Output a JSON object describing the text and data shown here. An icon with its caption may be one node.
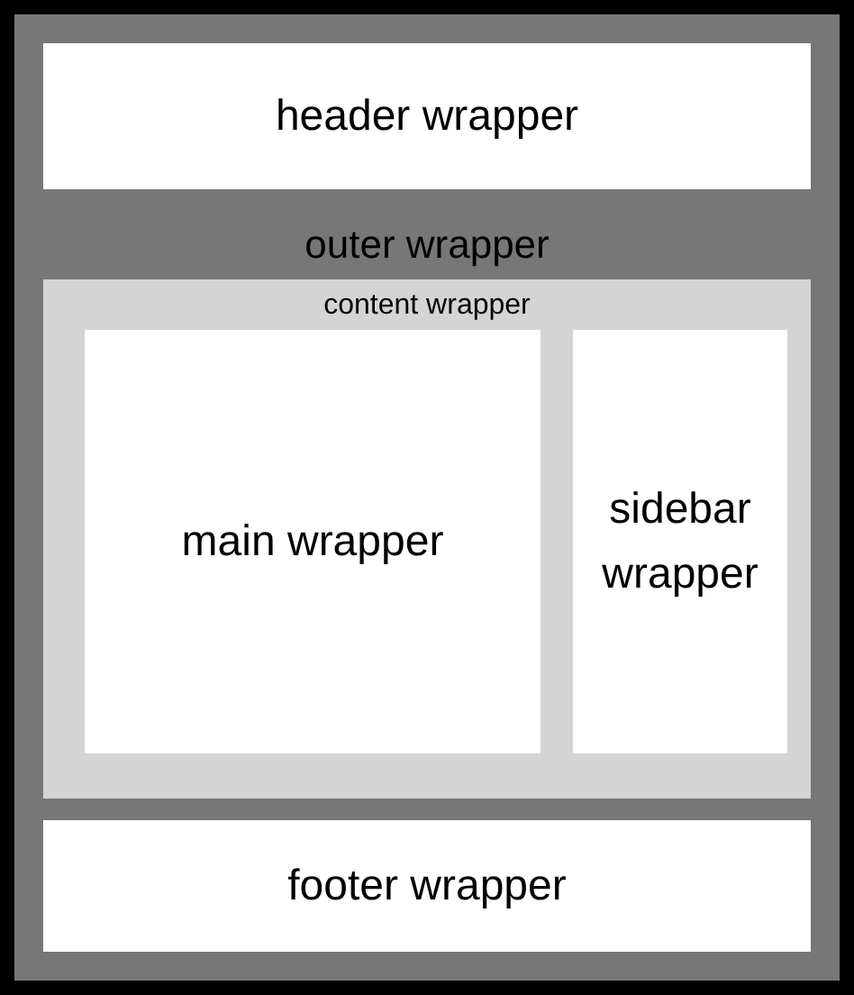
{
  "diagram": {
    "nodes": [
      {
        "text": [
          "outer wrapper"
        ]
      },
      {
        "text": [
          "header wrapper"
        ],
        "in": 0
      },
      {
        "text": [
          "content wrapper"
        ],
        "in": 0
      },
      {
        "text": [
          "main wrapper"
        ],
        "in": 2
      },
      {
        "text": [
          "sidebar wrapper"
        ],
        "in": 2
      },
      {
        "text": [
          "footer wrapper"
        ],
        "in": 0
      }
    ]
  }
}
